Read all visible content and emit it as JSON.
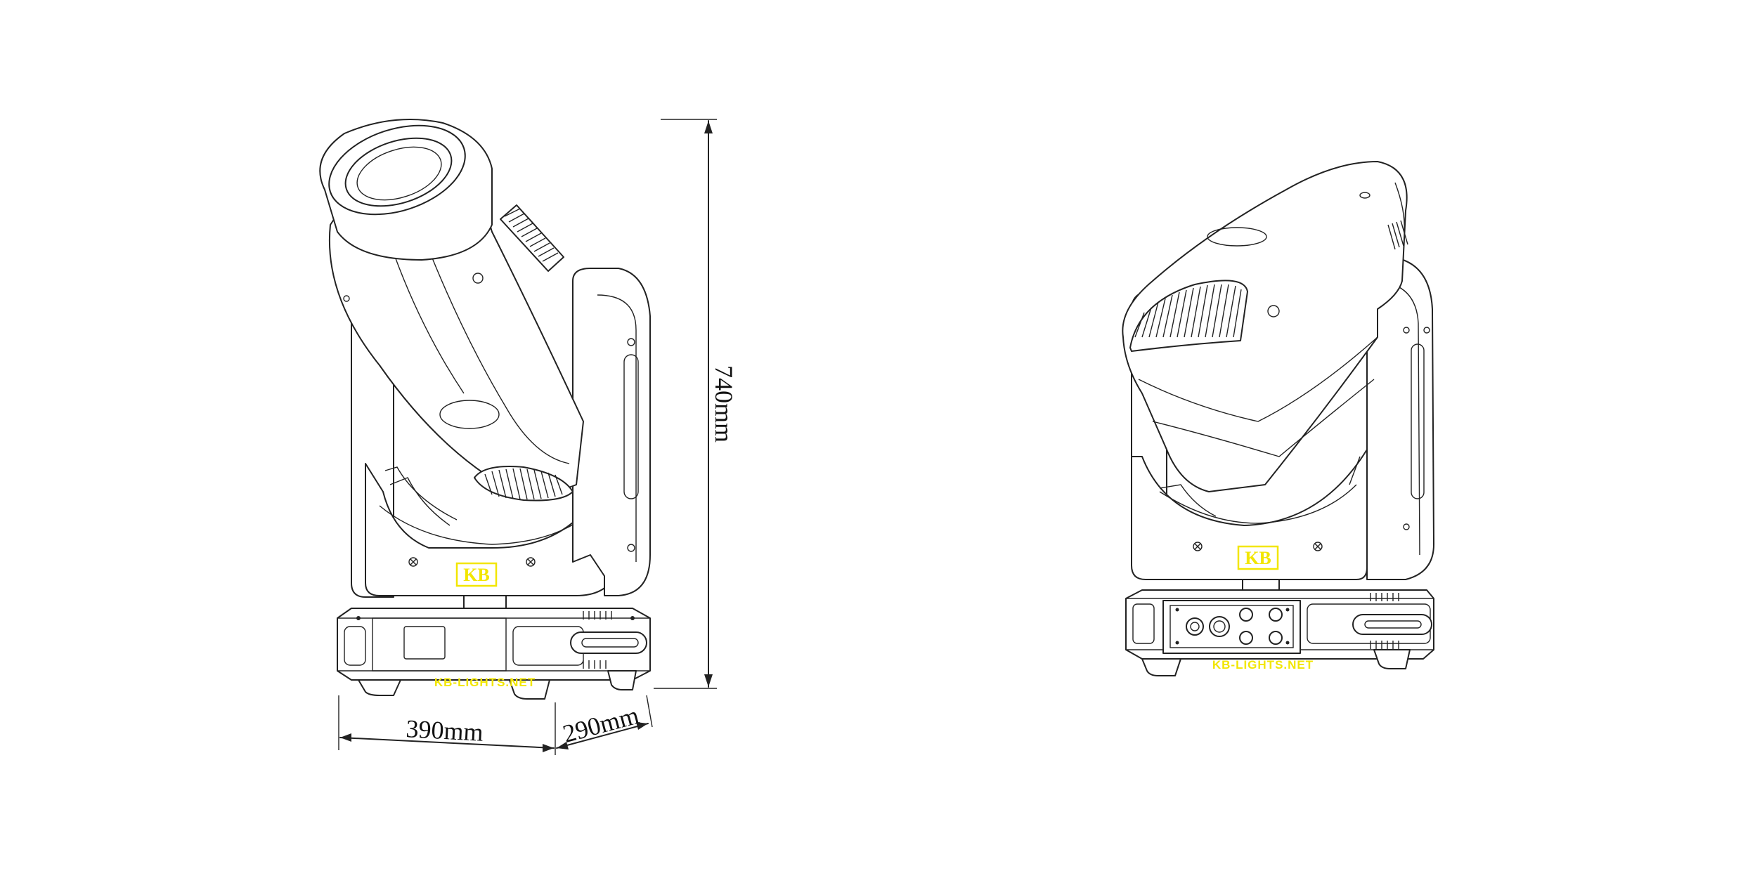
{
  "dimensions": {
    "height": "740mm",
    "width": "390mm",
    "depth": "290mm"
  },
  "front_view": {
    "logo": "KB",
    "watermark": "KB-LIGHTS.NET"
  },
  "rear_view": {
    "logo": "KB",
    "watermark": "KB-LIGHTS.NET"
  },
  "colors": {
    "line": "#222222",
    "brand": "#f2e600",
    "background": "#ffffff"
  }
}
